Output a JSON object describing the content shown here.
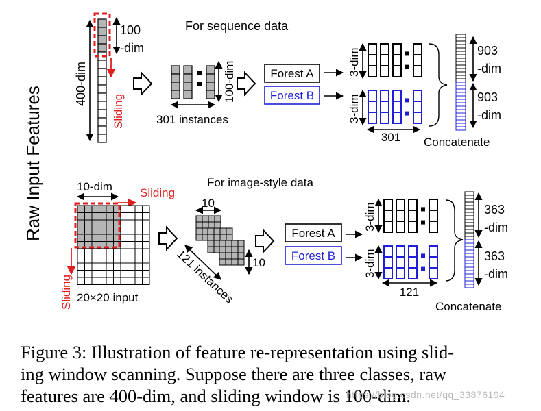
{
  "side_title": "Raw Input Features",
  "sequence": {
    "heading": "For sequence data",
    "input_dim": "400-dim",
    "window_line1": "100",
    "window_line2": "-dim",
    "sliding": "Sliding",
    "instances_dim": "100-dim",
    "instances_label": "301 instances",
    "forest_a": "Forest A",
    "forest_b": "Forest B",
    "class_dim_a": "3-dim",
    "class_dim_b": "3-dim",
    "count": "301",
    "out_a_line1": "903",
    "out_a_line2": "-dim",
    "out_b_line1": "903",
    "out_b_line2": "-dim",
    "concatenate": "Concatenate"
  },
  "image": {
    "heading": "For image-style data",
    "window_dim": "10-dim",
    "sliding_right": "Sliding",
    "sliding_down": "Sliding",
    "input_label": "20×20 input",
    "patch_top": "10",
    "patch_side": "10",
    "instances_label": "121 instances",
    "forest_a": "Forest A",
    "forest_b": "Forest B",
    "class_dim_a": "3-dim",
    "class_dim_b": "3-dim",
    "count": "121",
    "out_a_line1": "363",
    "out_a_line2": "-dim",
    "out_b_line1": "363",
    "out_b_line2": "-dim",
    "concatenate": "Concatenate"
  },
  "caption": {
    "line1": "Figure 3: Illustration of feature re-representation using slid-",
    "line2": "ing window scanning. Suppose there are three classes, raw",
    "line3": "features are 400-dim, and sliding window is 100-dim."
  },
  "watermark": "https://blog.csdn.net/qq_33876194",
  "colors": {
    "red": "#e02020",
    "blue": "#1f1fd8",
    "black": "#000000",
    "gray": "#b5b5b5"
  }
}
